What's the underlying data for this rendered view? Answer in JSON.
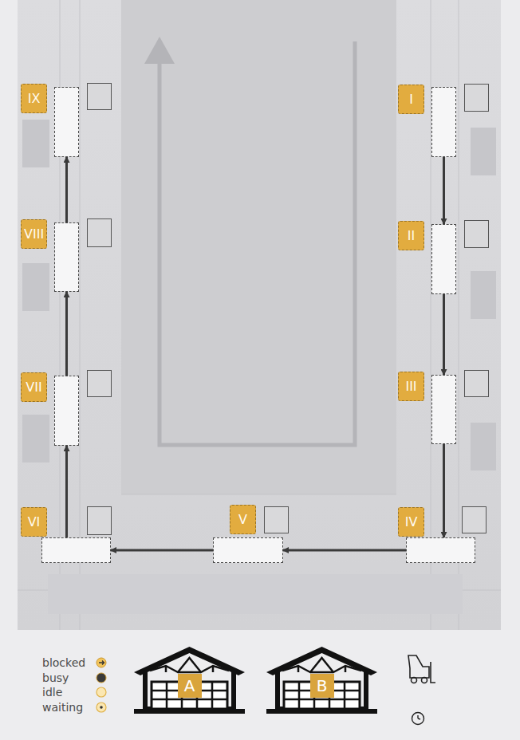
{
  "diagram": {
    "nodes": [
      {
        "text": [
          "I"
        ]
      },
      {
        "text": [
          "II"
        ]
      },
      {
        "text": [
          "III"
        ]
      },
      {
        "text": [
          "IV"
        ]
      },
      {
        "text": [
          "V"
        ]
      },
      {
        "text": [
          "VI"
        ]
      },
      {
        "text": [
          "VII"
        ]
      },
      {
        "text": [
          "VIII"
        ]
      },
      {
        "text": [
          "IX"
        ]
      },
      {
        "text": [
          "A"
        ]
      },
      {
        "text": [
          "B"
        ]
      }
    ],
    "edges": [
      {
        "from": 0,
        "to": 1,
        "arrow": "to"
      },
      {
        "from": 1,
        "to": 2,
        "arrow": "to"
      },
      {
        "from": 2,
        "to": 3,
        "arrow": "to"
      },
      {
        "from": 3,
        "to": 4,
        "arrow": "to"
      },
      {
        "from": 4,
        "to": 5,
        "arrow": "to"
      },
      {
        "from": 5,
        "to": 6,
        "arrow": "to"
      },
      {
        "from": 6,
        "to": 7,
        "arrow": "to"
      },
      {
        "from": 7,
        "to": 8,
        "arrow": "to"
      }
    ],
    "legend": [
      {
        "text": "blocked"
      },
      {
        "text": "busy"
      },
      {
        "text": "idle"
      },
      {
        "text": "waiting"
      }
    ]
  }
}
